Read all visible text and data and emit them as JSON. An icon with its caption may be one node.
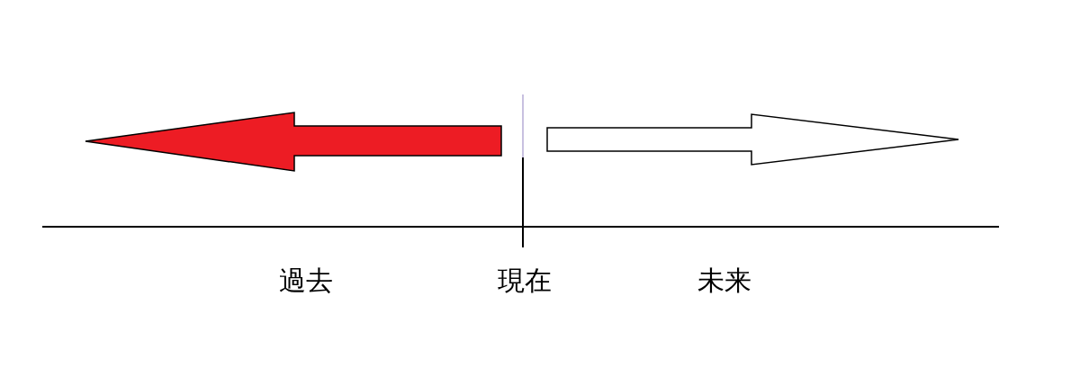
{
  "diagram": {
    "labels": [
      "過去",
      "現在",
      "未来"
    ]
  }
}
